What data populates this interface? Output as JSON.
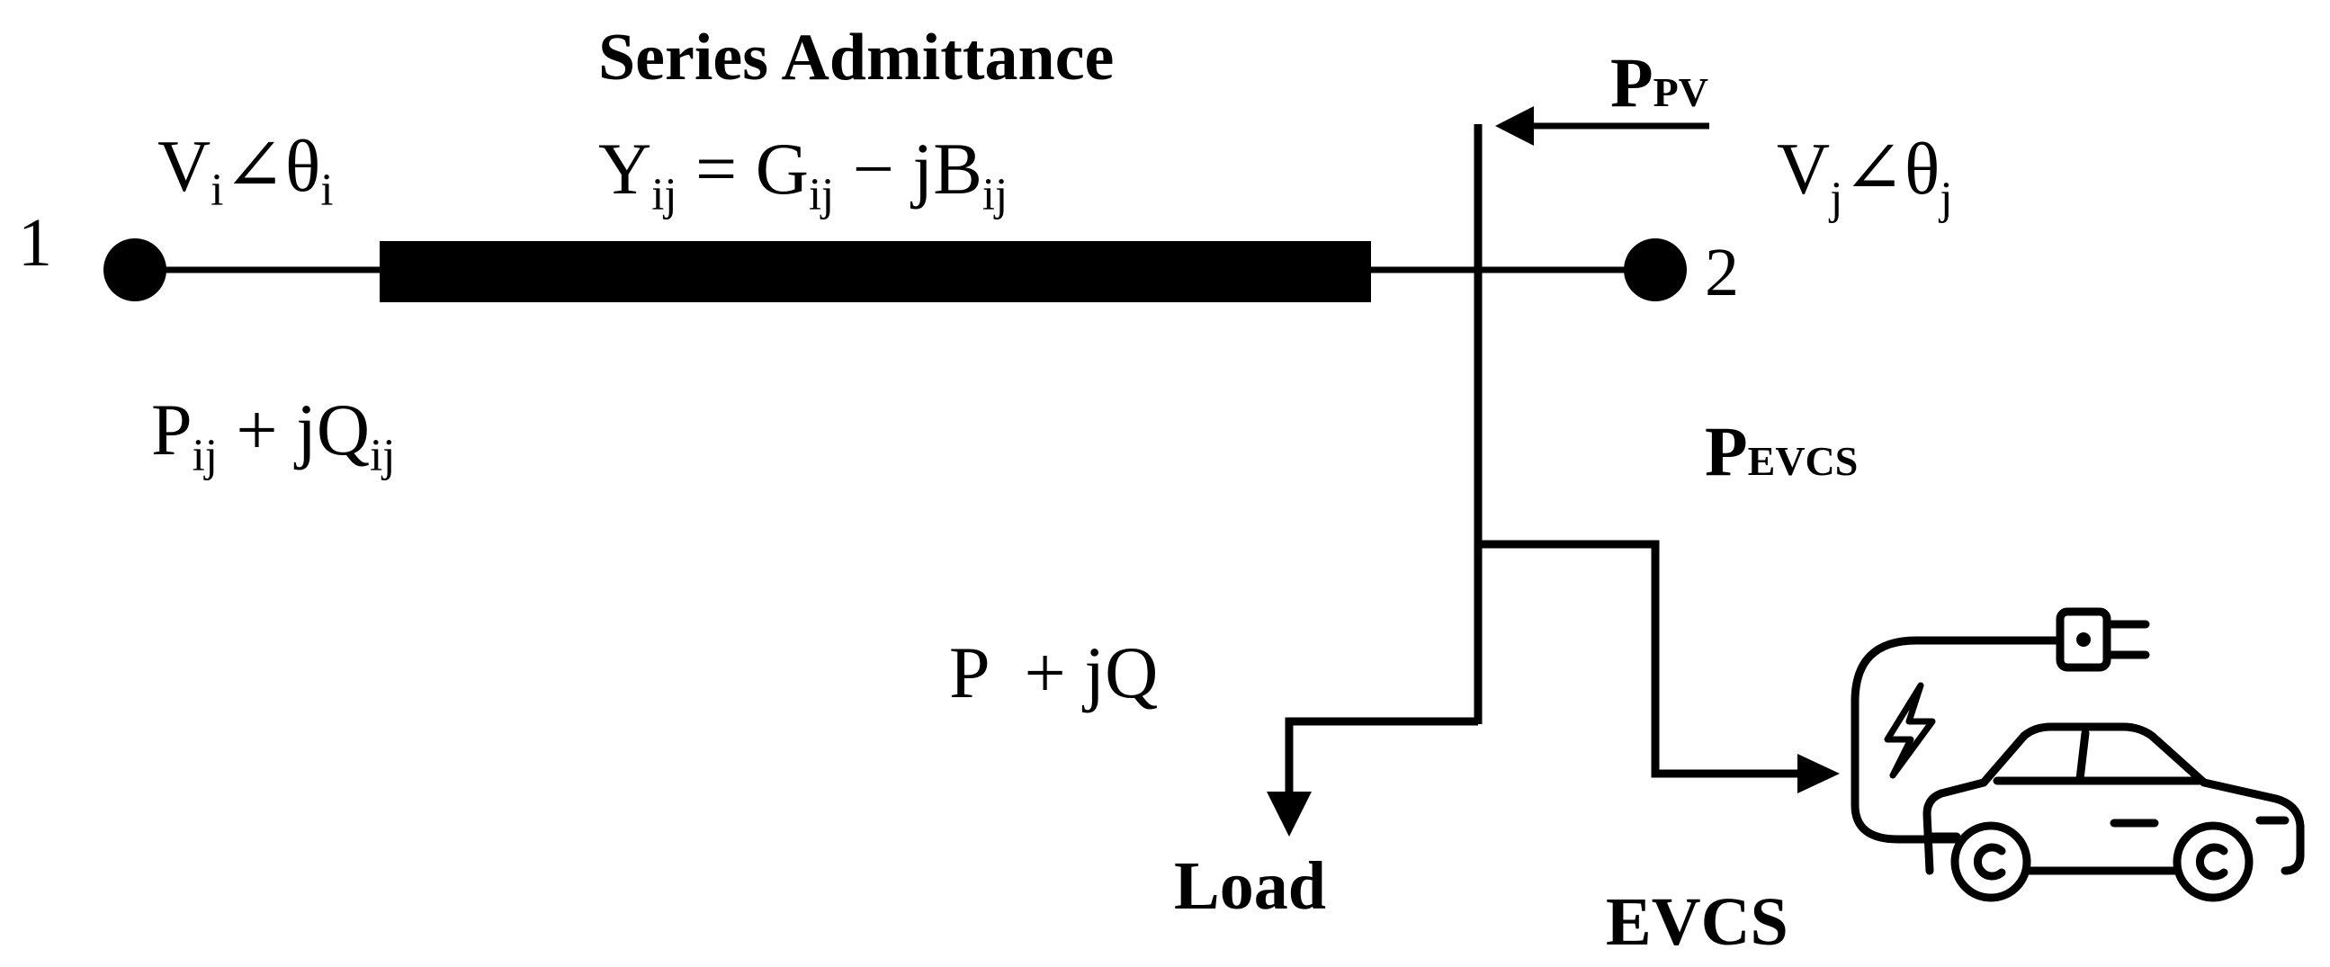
{
  "nodes": {
    "bus_i": {
      "number": "1"
    },
    "bus_j": {
      "number": "2"
    }
  },
  "line": {
    "title": "Series Admittance",
    "admittance": {
      "Y": "Y",
      "Y_sub": "ij",
      "eq": " = G",
      "G_sub": "ij",
      "minus": " − jB",
      "B_sub": "ij"
    }
  },
  "voltage_i": {
    "V": "V",
    "V_sub": "i",
    "angle": "∠θ",
    "theta_sub": "i"
  },
  "voltage_j": {
    "V": "V",
    "V_sub": "j",
    "angle": "∠θ",
    "theta_sub": "j"
  },
  "power_flow": {
    "P": "P",
    "P_sub": "ij",
    "plus": " + jQ",
    "Q_sub": "ij"
  },
  "pv": {
    "P": "P",
    "sub": "PV"
  },
  "evcs_power": {
    "P": "P",
    "sub": "EVCS"
  },
  "load_power": {
    "text": "P  + jQ"
  },
  "load_label": "Load",
  "evcs_label": "EVCS",
  "icons": [
    "ev-charging-station-icon"
  ],
  "colors": {
    "ink": "#000000",
    "background": "#ffffff"
  }
}
